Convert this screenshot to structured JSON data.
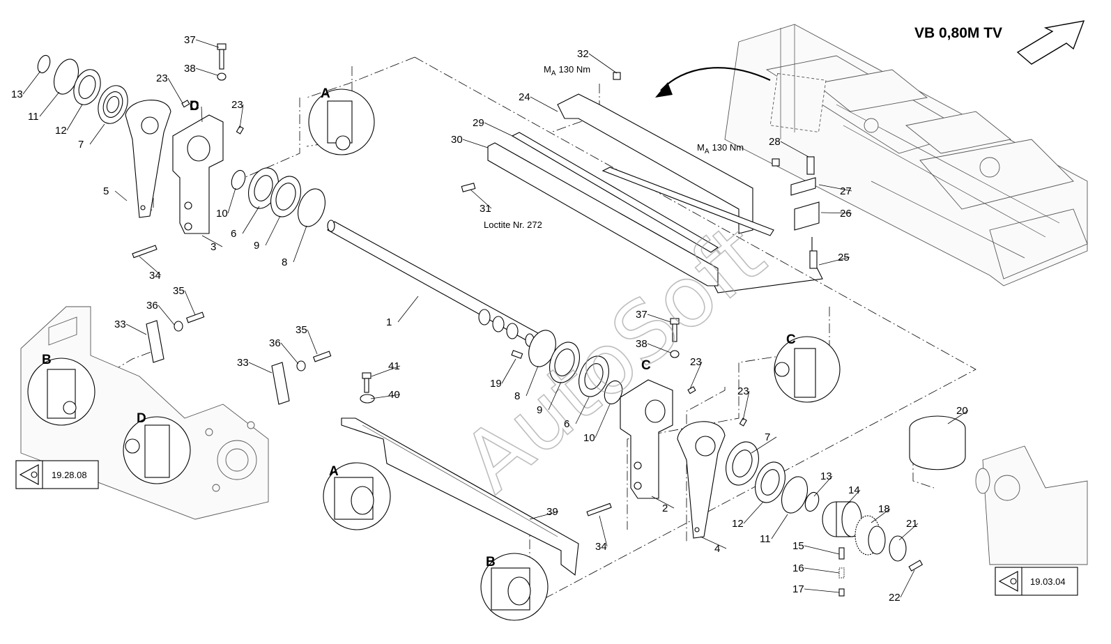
{
  "diagram": {
    "view_title": "VB 0,80M TV",
    "notes": {
      "torque_top": "M",
      "torque_top_sub": "A",
      "torque_top_value": "130 Nm",
      "torque_mid": "M",
      "torque_mid_sub": "A",
      "torque_mid_value": "130 Nm",
      "loctite": "Loctite Nr. 272"
    },
    "watermark": "AutoSoft",
    "references": [
      {
        "label": "19.28.08",
        "icon": "eye-icon"
      },
      {
        "label": "19.03.04",
        "icon": "eye-icon"
      }
    ],
    "detail_letters": [
      "A",
      "C",
      "B",
      "D",
      "A",
      "B",
      "C",
      "D"
    ],
    "callouts": [
      "37",
      "38",
      "13",
      "11",
      "12",
      "7",
      "23",
      "C",
      "23",
      "5",
      "10",
      "6",
      "9",
      "3",
      "8",
      "34",
      "1",
      "24",
      "32",
      "29",
      "30",
      "31",
      "28",
      "27",
      "26",
      "25",
      "35",
      "36",
      "33",
      "35",
      "36",
      "33",
      "41",
      "40",
      "19",
      "8",
      "9",
      "6",
      "10",
      "37",
      "38",
      "23",
      "23",
      "7",
      "13",
      "14",
      "18",
      "21",
      "22",
      "15",
      "16",
      "17",
      "11",
      "12",
      "4",
      "2",
      "34",
      "39",
      "20"
    ]
  }
}
